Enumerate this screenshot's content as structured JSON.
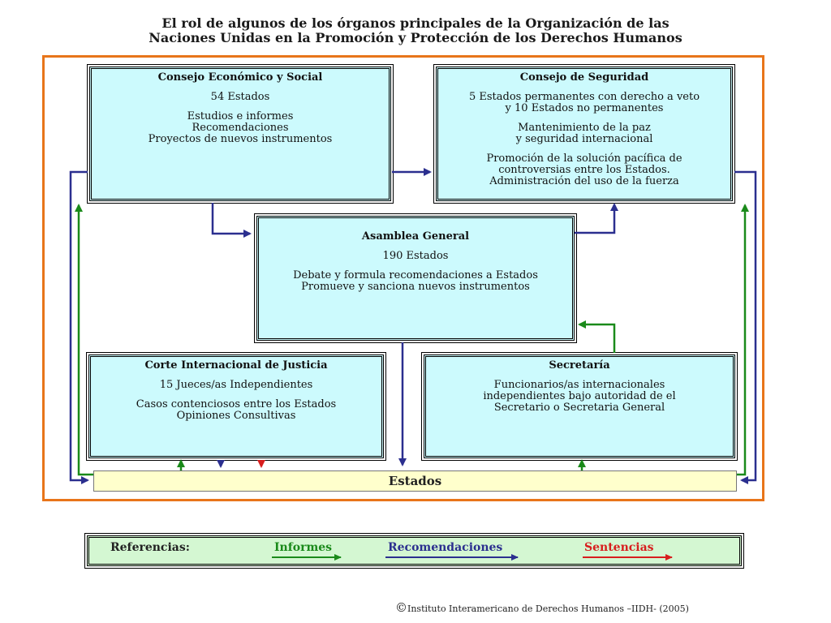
{
  "title": {
    "line1": "El rol de algunos de los órganos principales de la Organización de las",
    "line2": "Naciones Unidas en la Promoción y Protección de los Derechos Humanos"
  },
  "ecosoc": {
    "title": "Consejo Económico y Social",
    "members": "54 Estados",
    "functions": [
      "Estudios e informes",
      "Recomendaciones",
      "Proyectos de nuevos instrumentos"
    ]
  },
  "security": {
    "title": "Consejo de Seguridad",
    "members": [
      "5 Estados permanentes con derecho a veto",
      "y 10 Estados no permanentes"
    ],
    "functions1": [
      "Mantenimiento de la paz",
      "y seguridad internacional"
    ],
    "functions2": [
      "Promoción de la solución pacífica de",
      "controversias entre los Estados.",
      "Administración del uso de la fuerza"
    ]
  },
  "assembly": {
    "title": "Asamblea General",
    "members": "190 Estados",
    "functions": [
      "Debate y formula recomendaciones a Estados",
      "Promueve y sanciona nuevos instrumentos"
    ]
  },
  "court": {
    "title": "Corte Internacional de Justicia",
    "members": "15 Jueces/as Independientes",
    "functions": [
      "Casos contenciosos entre los Estados",
      "Opiniones Consultivas"
    ]
  },
  "secretariat": {
    "title": "Secretaría",
    "functions": [
      "Funcionarios/as internacionales",
      "independientes bajo autoridad de el",
      "Secretario o Secretaria General"
    ]
  },
  "states": {
    "label": "Estados"
  },
  "legend": {
    "label": "Referencias:",
    "informes": "Informes",
    "recomendaciones": "Recomendaciones",
    "sentencias": "Sentencias"
  },
  "colors": {
    "informes": "#1a8a1a",
    "recomendaciones": "#2b2f8f",
    "sentencias": "#d81e1e",
    "frame": "#e8751a",
    "box": "#ccfafd",
    "states": "#ffffcc",
    "legend": "#d4f7d2"
  },
  "copyright": "Instituto Interamericano de Derechos Humanos –IIDH- (2005)"
}
